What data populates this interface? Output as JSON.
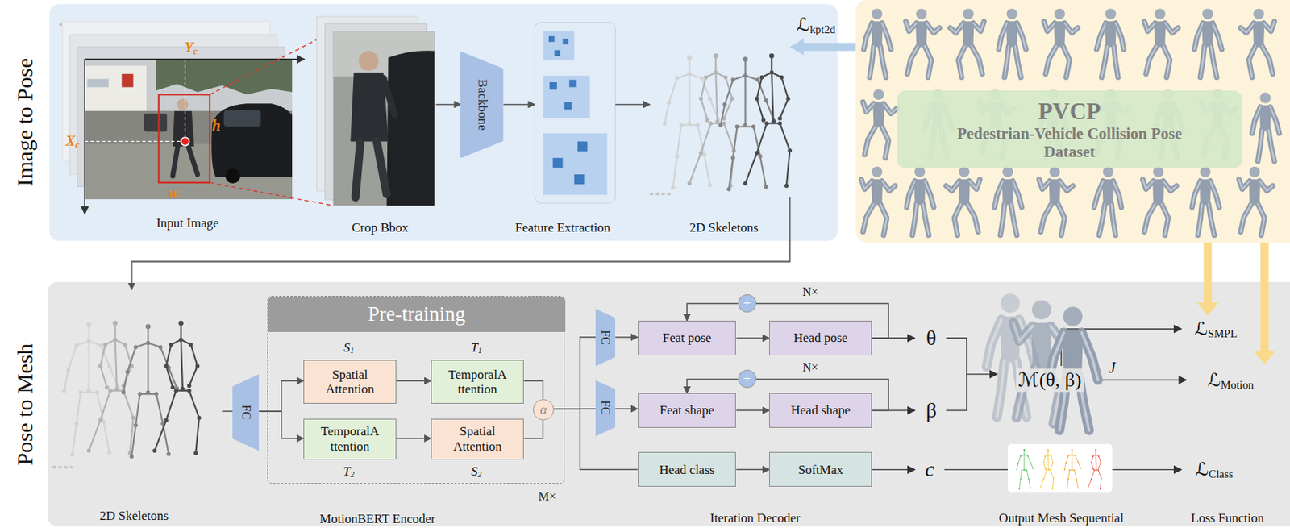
{
  "diagram": {
    "nodes": [
      {
        "text": [
          "Image to Pose"
        ]
      },
      {
        "text": [
          "Input Image"
        ],
        "in": 0
      },
      {
        "text": [
          "Crop Bbox"
        ],
        "in": 0
      },
      {
        "text": [
          "Backbone"
        ],
        "in": 0
      },
      {
        "text": [
          "Feature Extraction"
        ],
        "in": 0
      },
      {
        "text": [
          "2D Skeletons"
        ],
        "in": 0
      },
      {
        "text": [
          "Pose to Mesh"
        ]
      },
      {
        "text": [
          "2D Skeletons"
        ],
        "in": 6
      },
      {
        "text": [
          "FC"
        ],
        "in": 6
      },
      {
        "text": [
          "MotionBERT Encoder"
        ],
        "in": 6
      },
      {
        "text": [
          "Pre-training"
        ],
        "in": 9
      },
      {
        "text": [
          "Spatial Attention"
        ],
        "in": 9
      },
      {
        "text": [
          "TemporalA ttention"
        ],
        "in": 9
      },
      {
        "text": [
          "TemporalA ttention"
        ],
        "in": 9
      },
      {
        "text": [
          "Spatial Attention"
        ],
        "in": 9
      },
      {
        "text": [
          "α"
        ],
        "in": 9
      },
      {
        "text": [
          "FC"
        ],
        "in": 6
      },
      {
        "text": [
          "FC"
        ],
        "in": 6
      },
      {
        "text": [
          "Feat pose"
        ],
        "in": 6
      },
      {
        "text": [
          "Head pose"
        ],
        "in": 6
      },
      {
        "text": [
          "+"
        ],
        "in": 6
      },
      {
        "text": [
          "Feat shape"
        ],
        "in": 6
      },
      {
        "text": [
          "Head shape"
        ],
        "in": 6
      },
      {
        "text": [
          "+"
        ],
        "in": 6
      },
      {
        "text": [
          "Head class"
        ],
        "in": 6
      },
      {
        "text": [
          "SoftMax"
        ],
        "in": 6
      },
      {
        "text": [
          "PVCP",
          "Pedestrian-Vehicle Collision Pose Dataset"
        ]
      }
    ],
    "edges": [
      {
        "from": 2,
        "to": 3,
        "arrow": "to"
      },
      {
        "from": 3,
        "to": 4,
        "arrow": "to"
      },
      {
        "from": 4,
        "to": 5,
        "arrow": "to"
      },
      {
        "from": 5,
        "to": 7,
        "arrow": "to"
      },
      {
        "from": 7,
        "to": 8,
        "arrow": "none"
      },
      {
        "from": 8,
        "to": 11,
        "arrow": "to"
      },
      {
        "from": 8,
        "to": 13,
        "arrow": "to"
      },
      {
        "from": 11,
        "to": 12,
        "arrow": "to"
      },
      {
        "from": 13,
        "to": 14,
        "arrow": "to"
      },
      {
        "from": 12,
        "to": 15,
        "arrow": "none"
      },
      {
        "from": 14,
        "to": 15,
        "arrow": "none"
      },
      {
        "from": 15,
        "to": 16,
        "arrow": "none"
      },
      {
        "from": 15,
        "to": 17,
        "arrow": "none"
      },
      {
        "from": 15,
        "to": 24,
        "arrow": "none"
      },
      {
        "from": 16,
        "to": 18,
        "arrow": "to"
      },
      {
        "from": 17,
        "to": 21,
        "arrow": "to"
      },
      {
        "from": 18,
        "to": 19,
        "arrow": "to"
      },
      {
        "from": 21,
        "to": 22,
        "arrow": "to"
      },
      {
        "from": 24,
        "to": 25,
        "arrow": "to"
      },
      {
        "from": 19,
        "to": 20,
        "arrow": "none"
      },
      {
        "from": 20,
        "to": 18,
        "arrow": "to"
      },
      {
        "from": 22,
        "to": 23,
        "arrow": "none"
      },
      {
        "from": 23,
        "to": 21,
        "arrow": "to"
      }
    ],
    "labels": [
      "Yc",
      "Xc",
      "h",
      "w",
      "ℒkpt2d",
      "S1",
      "T1",
      "T2",
      "S2",
      "M×",
      "N×",
      "N×",
      "θ",
      "β",
      "c",
      "ℳ(θ, β)",
      "J",
      "ℒSMPL",
      "ℒMotion",
      "ℒClass",
      "Iteration Decoder",
      "Output Mesh Sequential",
      "Loss Function"
    ]
  }
}
